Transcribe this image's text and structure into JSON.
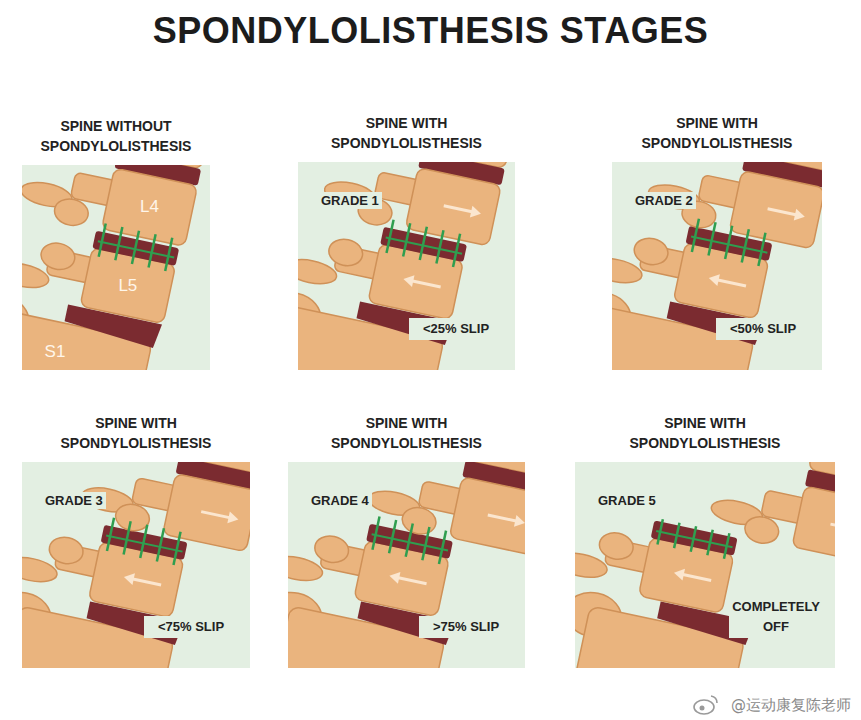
{
  "diagram": {
    "title": "SPONDYLOLISTHESIS STAGES",
    "nodes": [
      {
        "text": [
          "SPINE WITHOUT SPONDYLOLISTHESIS"
        ]
      },
      {
        "text": [
          "SPINE WITH SPONDYLOLISTHESIS",
          "GRADE 1",
          "<25% SLIP"
        ]
      },
      {
        "text": [
          "SPINE WITH SPONDYLOLISTHESIS",
          "GRADE 2",
          "<50% SLIP"
        ]
      },
      {
        "text": [
          "SPINE WITH SPONDYLOLISTHESIS",
          "GRADE 3",
          "<75% SLIP"
        ]
      },
      {
        "text": [
          "SPINE WITH SPONDYLOLISTHESIS",
          "GRADE 4",
          ">75% SLIP"
        ]
      },
      {
        "text": [
          "SPINE WITH SPONDYLOLISTHESIS",
          "GRADE 5",
          "COMPLETELY OFF"
        ]
      }
    ],
    "labels": [
      "L4",
      "L5",
      "S1",
      "@运动康复陈老师"
    ]
  }
}
